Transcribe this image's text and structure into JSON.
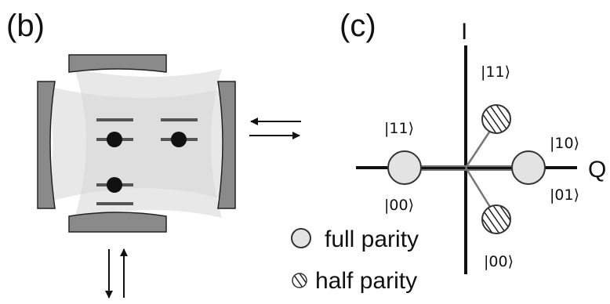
{
  "panel_b": {
    "label": "(b)"
  },
  "panel_c": {
    "label": "(c)",
    "axis_i_label": "I",
    "axis_q_label": "Q",
    "state_labels": {
      "full_left_top": "|11⟩",
      "full_left_bottom": "|00⟩",
      "full_right_top": "|10⟩",
      "full_right_bottom": "|01⟩",
      "half_top": "|11⟩",
      "half_bottom": "|00⟩"
    },
    "legend": {
      "full": "full parity",
      "half": "half parity"
    }
  },
  "colors": {
    "mirror": "#8a8a8a",
    "beam": "#d4d4d4",
    "atom": "#111111",
    "level": "#555555",
    "blob_fill": "#e3e3e3"
  },
  "icons": [
    "mirror-icon",
    "atom-icon",
    "arrow-icon",
    "hatched-circle-icon",
    "circle-icon"
  ]
}
